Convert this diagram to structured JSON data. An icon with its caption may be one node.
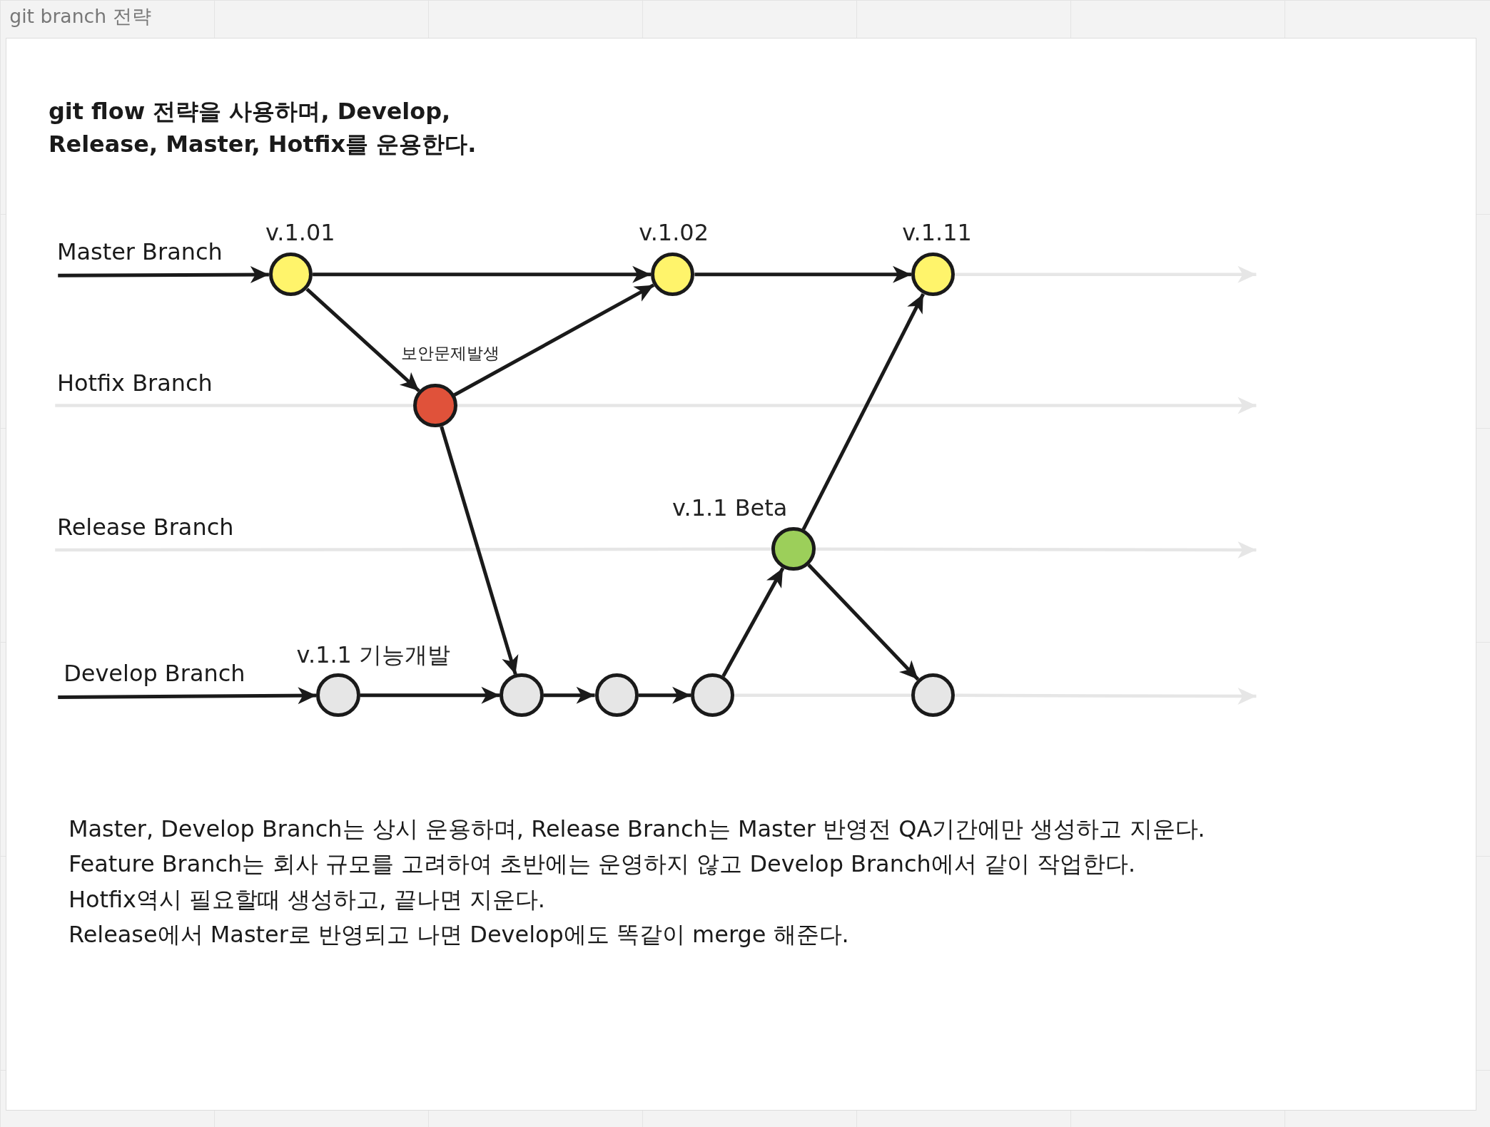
{
  "diagram": {
    "title": "git branch 전략",
    "nodes": [
      {
        "text": [],
        "shape": "circle",
        "beside": [
          "v.1.01"
        ]
      },
      {
        "text": [],
        "shape": "circle",
        "beside": [
          "v.1.02"
        ]
      },
      {
        "text": [],
        "shape": "circle",
        "beside": [
          "v.1.11"
        ]
      },
      {
        "text": [],
        "shape": "circle",
        "beside": [
          "보안문제발생"
        ]
      },
      {
        "text": [],
        "shape": "circle",
        "beside": [
          "v.1.1 Beta"
        ]
      },
      {
        "text": [],
        "shape": "circle",
        "beside": [
          "v.1.1 기능개발"
        ]
      },
      {
        "text": [],
        "shape": "circle"
      },
      {
        "text": [],
        "shape": "circle"
      },
      {
        "text": [],
        "shape": "circle"
      },
      {
        "text": [],
        "shape": "circle"
      }
    ],
    "edges": [
      {
        "from": null,
        "to": 0,
        "arrow": "to"
      },
      {
        "from": 0,
        "to": 1,
        "arrow": "to"
      },
      {
        "from": 1,
        "to": 2,
        "arrow": "to"
      },
      {
        "from": 0,
        "to": 3,
        "arrow": "to"
      },
      {
        "from": 3,
        "to": 1,
        "arrow": "to"
      },
      {
        "from": 3,
        "to": 6,
        "arrow": "to"
      },
      {
        "from": null,
        "to": 5,
        "arrow": "to"
      },
      {
        "from": 5,
        "to": 6,
        "arrow": "to"
      },
      {
        "from": 6,
        "to": 7,
        "arrow": "to"
      },
      {
        "from": 7,
        "to": 8,
        "arrow": "to"
      },
      {
        "from": 8,
        "to": 4,
        "arrow": "to"
      },
      {
        "from": 4,
        "to": 2,
        "arrow": "to"
      },
      {
        "from": 4,
        "to": 9,
        "arrow": "to"
      },
      {
        "from": 2,
        "to": null,
        "arrow": "to",
        "color": "#e6e6e6"
      },
      {
        "from": null,
        "to": 3,
        "arrow": "none",
        "color": "#e6e6e6"
      },
      {
        "from": 3,
        "to": null,
        "arrow": "to",
        "color": "#e6e6e6"
      },
      {
        "from": null,
        "to": 4,
        "arrow": "none",
        "color": "#e6e6e6"
      },
      {
        "from": 4,
        "to": null,
        "arrow": "to",
        "color": "#e6e6e6"
      },
      {
        "from": 8,
        "to": 9,
        "arrow": "none",
        "color": "#e6e6e6"
      },
      {
        "from": 9,
        "to": null,
        "arrow": "to",
        "color": "#e6e6e6"
      }
    ],
    "labels": [
      "git flow 전략을 사용하며, Develop, Release, Master, Hotfix를 운용한다.",
      "Master Branch",
      "Hotfix Branch",
      "Release Branch",
      "Develop Branch",
      "Master, Develop Branch는 상시 운용하며, Release Branch는 Master 반영전 QA기간에만 생성하고 지운다.",
      "Feature Branch는 회사 규모를 고려하여 초반에는 운영하지 않고 Develop Branch에서 같이 작업한다.",
      "Hotfix역시 필요할때 생성하고, 끝나면 지운다.",
      "Release에서 Master로 반영되고 나면 Develop에도 똑같이 merge 해준다."
    ]
  }
}
